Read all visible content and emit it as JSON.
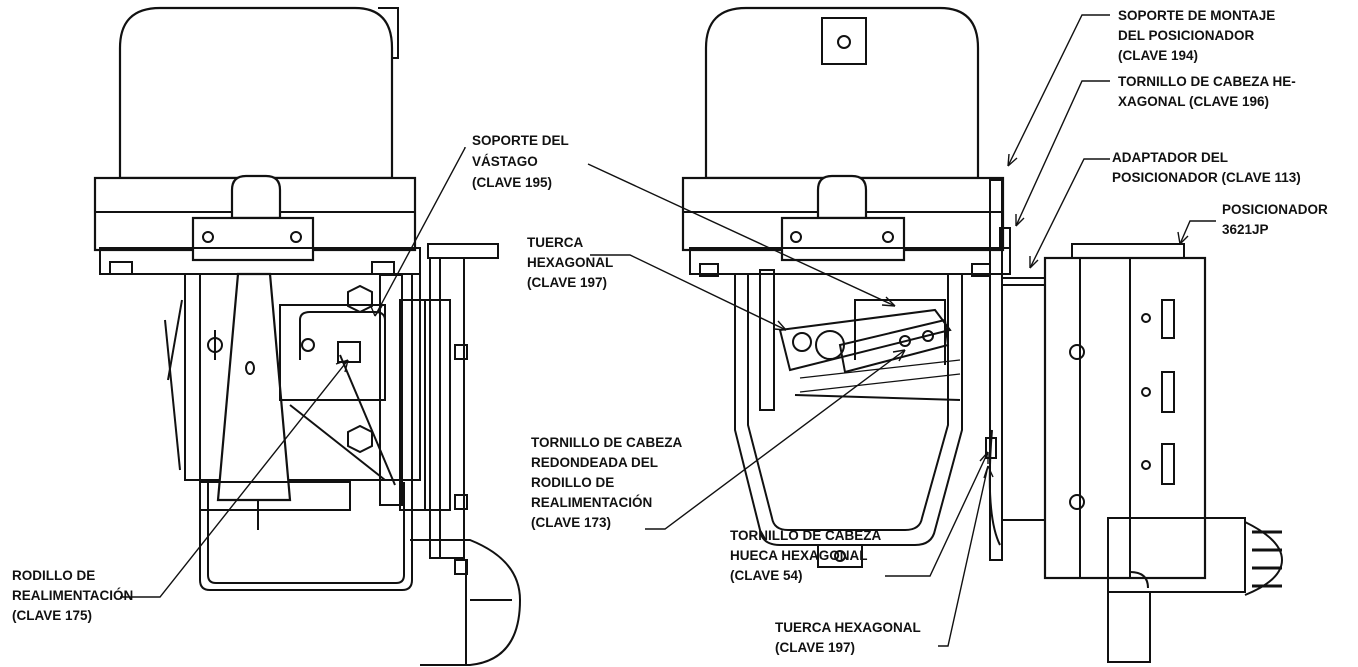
{
  "labels": {
    "soporte_vastago": [
      "SOPORTE DEL",
      "VÁSTAGO",
      "(CLAVE 195)"
    ],
    "soporte_montaje": [
      "SOPORTE DE MONTAJE",
      "DEL POSICIONADOR",
      "(CLAVE 194)"
    ],
    "tornillo_196": [
      "TORNILLO DE CABEZA HE-",
      "XAGONAL (CLAVE 196)"
    ],
    "adaptador": [
      "ADAPTADOR DEL",
      "POSICIONADOR (CLAVE 113)"
    ],
    "posicionador": [
      "POSICIONADOR",
      "3621JP"
    ],
    "tuerca_197_top": [
      "TUERCA",
      "HEXAGONAL",
      "(CLAVE 197)"
    ],
    "tornillo_173": [
      "TORNILLO DE CABEZA",
      "REDONDEADA DEL",
      "RODILLO DE",
      "REALIMENTACIÓN",
      "(CLAVE 173)"
    ],
    "tornillo_54": [
      "TORNILLO DE CABEZA",
      "HUECA HEXAGONAL",
      "(CLAVE 54)"
    ],
    "tuerca_197_bottom": [
      "TUERCA HEXAGONAL",
      "(CLAVE 197)"
    ],
    "rodillo_175": [
      "RODILLO DE",
      "REALIMENTACIÓN",
      "(CLAVE 175)"
    ]
  },
  "colors": {
    "line": "#111111",
    "background": "#ffffff"
  }
}
